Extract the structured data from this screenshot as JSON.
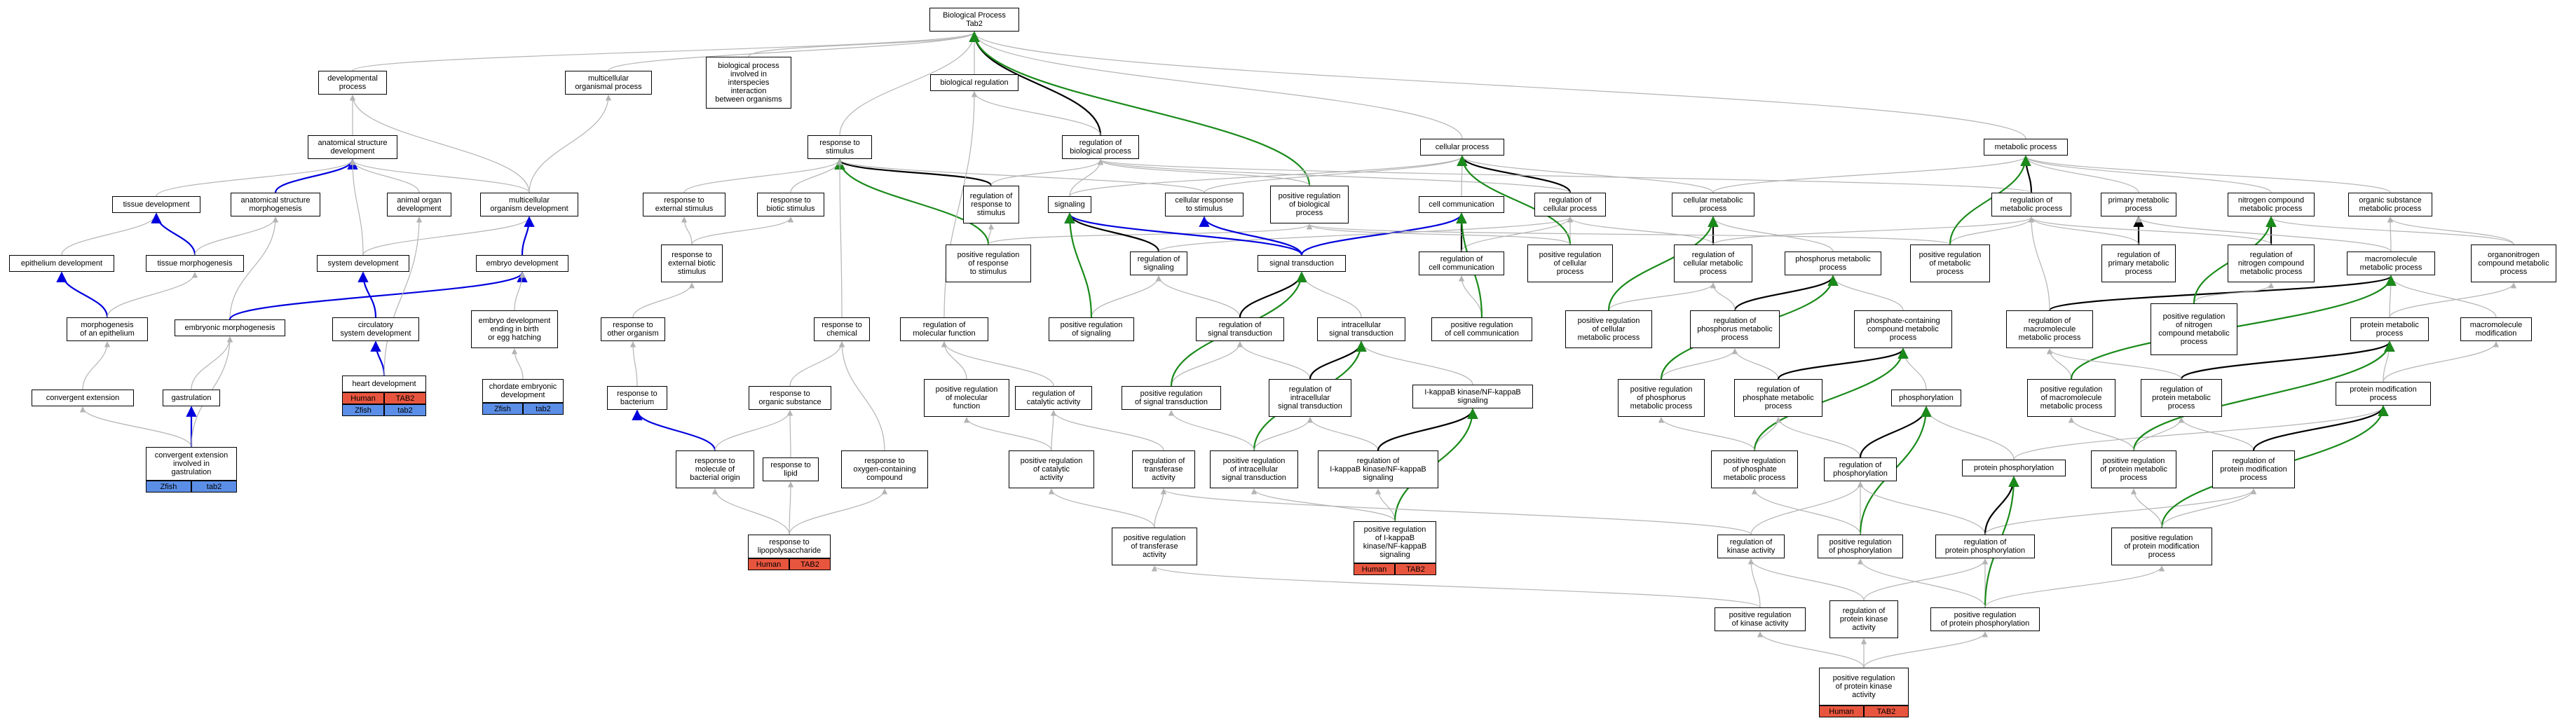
{
  "graph": {
    "nodes": {
      "bp": "Biological Process\nTab2",
      "devproc": "developmental\nprocess",
      "multiorg": "multicellular\norganismal process",
      "interspecies": "biological process\ninvolved in\ninterspecies\ninteraction\nbetween organisms",
      "bioreg": "biological regulation",
      "asd": "anatomical structure\ndevelopment",
      "tissuedev": "tissue development",
      "asm": "anatomical structure\nmorphogenesis",
      "animalorgan": "animal organ\ndevelopment",
      "multiorgdev": "multicellular\norganism development",
      "epidev": "epithelium development",
      "tissuemorph": "tissue morphogenesis",
      "sysdev": "system development",
      "embryodev": "embryo development",
      "morphepi": "morphogenesis\nof an epithelium",
      "embmorph": "embryonic morphogenesis",
      "circsys": "circulatory\nsystem development",
      "embryobirth": "embryo development\nending in birth\nor egg hatching",
      "convext": "convergent extension",
      "gastrulation": "gastrulation",
      "heartdev": "heart development",
      "chordate": "chordate embryonic\ndevelopment",
      "convextgast": "convergent extension\ninvolved in\ngastrulation",
      "resp_stim": "response to\nstimulus",
      "regbp": "regulation of\nbiological process",
      "cellproc": "cellular process",
      "metproc": "metabolic process",
      "resp_ext": "response to\nexternal stimulus",
      "resp_biotic": "response to\nbiotic stimulus",
      "reg_resp_stim": "regulation of\nresponse to\nstimulus",
      "signaling": "signaling",
      "cell_resp": "cellular response\nto stimulus",
      "pos_reg_bp": "positive regulation\nof biological\nprocess",
      "cellcomm": "cell communication",
      "reg_cellproc": "regulation of\ncellular process",
      "cellmet": "cellular metabolic\nprocess",
      "reg_met": "regulation of\nmetabolic process",
      "primmet": "primary metabolic\nprocess",
      "nitromet": "nitrogen compound\nmetabolic process",
      "orgsub": "organic substance\nmetabolic process",
      "resp_ext_biotic": "response to\nexternal biotic\nstimulus",
      "pos_reg_resp": "positive regulation\nof response\nto stimulus",
      "reg_signaling": "regulation of\nsignaling",
      "sigtrans": "signal transduction",
      "reg_cellcomm": "regulation of\ncell communication",
      "pos_reg_cellproc": "positive regulation\nof cellular\nprocess",
      "reg_cellmet": "regulation of\ncellular metabolic\nprocess",
      "phosmet": "phosphorus metabolic\nprocess",
      "pos_reg_met": "positive regulation\nof metabolic\nprocess",
      "reg_primmet": "regulation of\nprimary metabolic\nprocess",
      "reg_nitromet": "regulation of\nnitrogen compound\nmetabolic process",
      "macromet": "macromolecule\nmetabolic process",
      "organonitro": "organonitrogen\ncompound metabolic\nprocess",
      "resp_other": "response to\nother organism",
      "resp_chem": "response to\nchemical",
      "reg_molfunc": "regulation of\nmolecular function",
      "pos_reg_signaling": "positive regulation\nof signaling",
      "reg_sigtrans": "regulation of\nsignal transduction",
      "intra_sigtrans": "intracellular\nsignal transduction",
      "pos_reg_cellcomm": "positive regulation\nof cell communication",
      "pos_reg_cellmet": "positive regulation\nof cellular\nmetabolic process",
      "reg_phosmet": "regulation of\nphosphorus metabolic\nprocess",
      "phoscont": "phosphate-containing\ncompound metabolic\nprocess",
      "reg_macromet": "regulation of\nmacromolecule\nmetabolic process",
      "pos_reg_nitromet": "positive regulation\nof nitrogen\ncompound metabolic\nprocess",
      "protmet": "protein metabolic\nprocess",
      "macromod": "macromolecule\nmodification",
      "resp_bacterium": "response to\nbacterium",
      "resp_orgsub": "response to\norganic substance",
      "pos_reg_molfunc": "positive regulation\nof molecular\nfunction",
      "reg_catalytic": "regulation of\ncatalytic activity",
      "pos_reg_sigtrans": "positive regulation\nof signal transduction",
      "reg_intra_sigtrans": "regulation of\nintracellular\nsignal transduction",
      "ikappab": "I-kappaB kinase/NF-kappaB\nsignaling",
      "pos_reg_phosmet": "positive regulation\nof phosphorus\nmetabolic process",
      "reg_phosphatemet": "regulation of\nphosphate metabolic\nprocess",
      "phosphorylation": "phosphorylation",
      "pos_reg_macromet": "positive regulation\nof macromolecule\nmetabolic process",
      "reg_protmet": "regulation of\nprotein metabolic\nprocess",
      "protmod": "protein modification\nprocess",
      "resp_molbact": "response to\nmolecule of\nbacterial origin",
      "resp_lipid": "response to\nlipid",
      "resp_oxygen": "response to\noxygen-containing\ncompound",
      "pos_reg_catalytic": "positive regulation\nof catalytic\nactivity",
      "reg_transferase": "regulation of\ntransferase\nactivity",
      "pos_reg_intra": "positive regulation\nof intracellular\nsignal transduction",
      "reg_ikappab": "regulation of\nI-kappaB kinase/NF-kappaB\nsignaling",
      "pos_reg_phosphatemet": "positive regulation\nof phosphate\nmetabolic process",
      "reg_phosphorylation": "regulation of\nphosphorylation",
      "protphos": "protein phosphorylation",
      "pos_reg_protmet": "positive regulation\nof protein metabolic\nprocess",
      "reg_protmod": "regulation of\nprotein modification\nprocess",
      "resp_lps": "response to\nlipopolysaccharide",
      "pos_reg_transferase": "positive regulation\nof transferase\nactivity",
      "pos_reg_ikappab": "positive regulation\nof I-kappaB\nkinase/NF-kappaB\nsignaling",
      "reg_kinase": "regulation of\nkinase activity",
      "pos_reg_phosphorylation": "positive regulation\nof phosphorylation",
      "reg_protphos": "regulation of\nprotein phosphorylation",
      "pos_reg_protmod": "positive regulation\nof protein modification\nprocess",
      "pos_reg_kinase": "positive regulation\nof kinase activity",
      "reg_protkinase": "regulation of\nprotein kinase\nactivity",
      "pos_reg_protphos": "positive regulation\nof protein phosphorylation",
      "pos_reg_protkinase": "positive regulation\nof protein kinase\nactivity"
    },
    "annotations": {
      "heartdev": [
        "Human",
        "TAB2",
        "Zfish",
        "tab2"
      ],
      "chordate": [
        "Zfish",
        "tab2"
      ],
      "convextgast": [
        "Zfish",
        "tab2"
      ],
      "resp_lps": [
        "Human",
        "TAB2"
      ],
      "pos_reg_ikappab": [
        "Human",
        "TAB2"
      ],
      "pos_reg_protkinase": [
        "Human",
        "TAB2"
      ]
    },
    "colors": {
      "human": "#e8553e",
      "zfish": "#5b8ee6",
      "is_a_edge": "#b4b4b4",
      "part_of_edge": "#0000dd",
      "regulates_edge": "#000000",
      "positively_regulates_edge": "#1a8a1a"
    }
  }
}
